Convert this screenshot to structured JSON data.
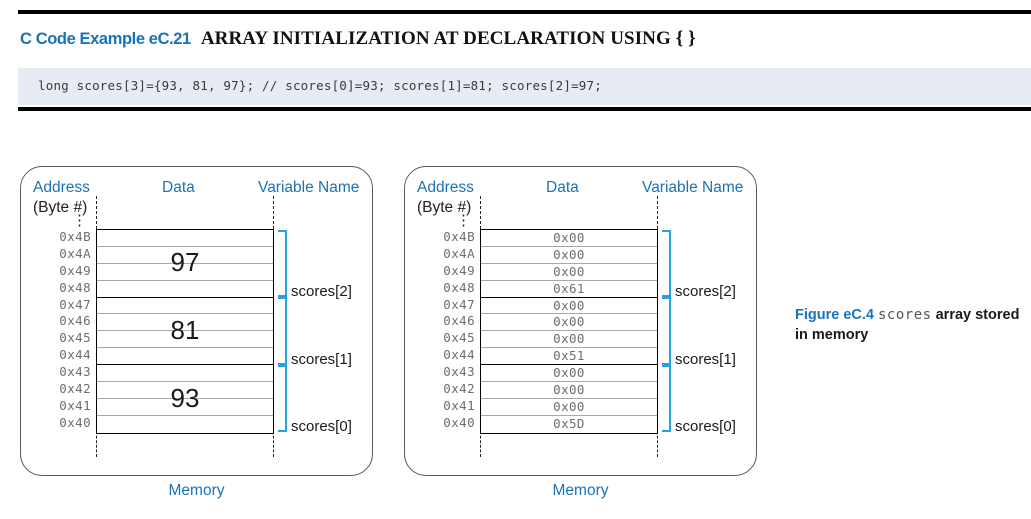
{
  "example": {
    "label": "C Code Example eC.21",
    "title": "ARRAY INITIALIZATION AT DECLARATION USING { }",
    "code": "long scores[3]={93, 81, 97}; // scores[0]=93; scores[1]=81; scores[2]=97;"
  },
  "headers": {
    "address": "Address",
    "byte_sub": "(Byte #)",
    "data": "Data",
    "variable_name": "Variable Name",
    "vdots": "⋮",
    "memory": "Memory"
  },
  "addresses": [
    "0x4B",
    "0x4A",
    "0x49",
    "0x48",
    "0x47",
    "0x46",
    "0x45",
    "0x44",
    "0x43",
    "0x42",
    "0x41",
    "0x40"
  ],
  "left_panel": {
    "name": "decimal-view",
    "groups": [
      {
        "label": "scores[2]",
        "value": "97",
        "addresses": [
          "0x4B",
          "0x4A",
          "0x49",
          "0x48"
        ]
      },
      {
        "label": "scores[1]",
        "value": "81",
        "addresses": [
          "0x47",
          "0x46",
          "0x45",
          "0x44"
        ]
      },
      {
        "label": "scores[0]",
        "value": "93",
        "addresses": [
          "0x43",
          "0x42",
          "0x41",
          "0x40"
        ]
      }
    ],
    "cells": [
      "",
      "",
      "",
      "",
      "",
      "",
      "",
      "",
      "",
      "",
      "",
      ""
    ]
  },
  "right_panel": {
    "name": "hex-view",
    "groups": [
      {
        "label": "scores[2]",
        "addresses": [
          "0x4B",
          "0x4A",
          "0x49",
          "0x48"
        ]
      },
      {
        "label": "scores[1]",
        "addresses": [
          "0x47",
          "0x46",
          "0x45",
          "0x44"
        ]
      },
      {
        "label": "scores[0]",
        "addresses": [
          "0x43",
          "0x42",
          "0x41",
          "0x40"
        ]
      }
    ],
    "cells": [
      "0x00",
      "0x00",
      "0x00",
      "0x61",
      "0x00",
      "0x00",
      "0x00",
      "0x51",
      "0x00",
      "0x00",
      "0x00",
      "0x5D"
    ]
  },
  "caption": {
    "figure_number": "Figure eC.4",
    "mono_word": "scores",
    "rest": "array stored in memory"
  },
  "colors": {
    "accent_blue": "#1a72b8",
    "bracket_blue": "#29a3e0",
    "code_bg": "#e7ecf4",
    "rule_black": "#000000",
    "mono_gray": "#6e6e6e"
  }
}
